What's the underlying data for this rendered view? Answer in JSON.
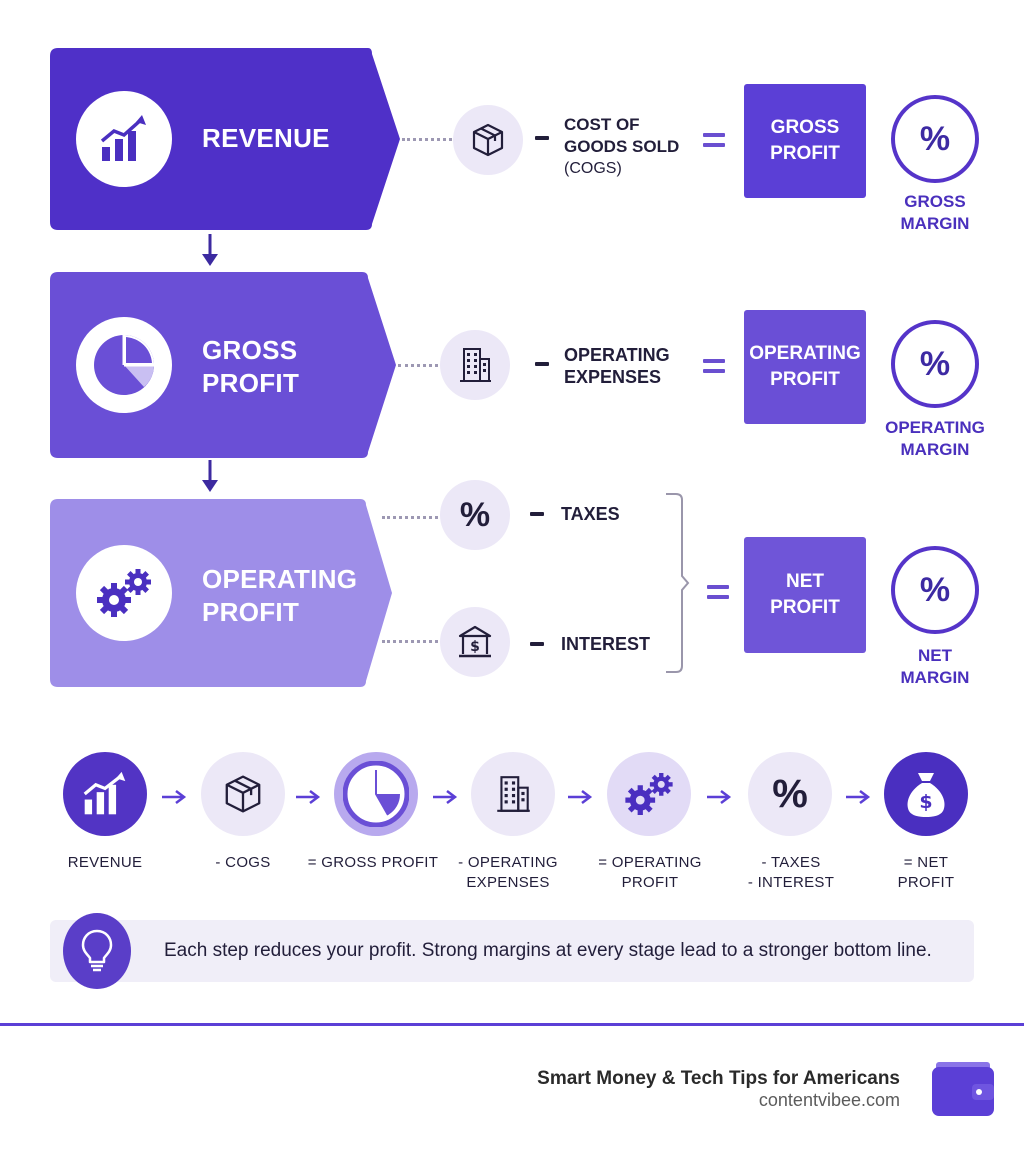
{
  "stages": [
    {
      "title_line1": "REVENUE",
      "title_line2": "",
      "icon": "bar-chart-up-icon",
      "color": "#4f30c8",
      "deduction": {
        "icon": "box-icon",
        "label_line1": "COST OF",
        "label_line2": "GOODS SOLD",
        "label_sub": "(COGS)"
      },
      "result_line1": "GROSS",
      "result_line2": "PROFIT",
      "margin_symbol": "%",
      "margin_line1": "GROSS",
      "margin_line2": "MARGIN"
    },
    {
      "title_line1": "GROSS",
      "title_line2": "PROFIT",
      "icon": "pie-chart-icon",
      "color": "#6a4fd6",
      "deduction": {
        "icon": "office-building-icon",
        "label_line1": "OPERATING",
        "label_line2": "EXPENSES",
        "label_sub": ""
      },
      "result_line1": "OPERATING",
      "result_line2": "PROFIT",
      "margin_symbol": "%",
      "margin_line1": "OPERATING",
      "margin_line2": "MARGIN"
    },
    {
      "title_line1": "OPERATING",
      "title_line2": "PROFIT",
      "icon": "gears-icon",
      "color": "#9e8ee8",
      "deductions": [
        {
          "icon": "percent-icon",
          "glyph": "%",
          "label": "TAXES"
        },
        {
          "icon": "bank-icon",
          "label": "INTEREST"
        }
      ],
      "result_line1": "NET",
      "result_line2": "PROFIT",
      "margin_symbol": "%",
      "margin_line1": "NET",
      "margin_line2": "MARGIN"
    }
  ],
  "flow": [
    {
      "icon": "bar-chart-up-icon",
      "line1": "REVENUE",
      "line2": ""
    },
    {
      "icon": "box-icon",
      "line1": "- COGS",
      "line2": ""
    },
    {
      "icon": "pie-chart-icon",
      "line1": "= GROSS PROFIT",
      "line2": ""
    },
    {
      "icon": "office-building-icon",
      "line1": "- OPERATING",
      "line2": "EXPENSES"
    },
    {
      "icon": "gears-icon",
      "line1": "= OPERATING",
      "line2": "PROFIT"
    },
    {
      "icon": "percent-icon",
      "glyph": "%",
      "line1": "- TAXES",
      "line2": "- INTEREST"
    },
    {
      "icon": "money-bag-icon",
      "line1": "= NET",
      "line2": "PROFIT"
    }
  ],
  "tip": {
    "icon": "lightbulb-icon",
    "text": "Each step reduces your profit. Strong margins at every stage lead to a stronger bottom line."
  },
  "footer": {
    "title": "Smart Money & Tech Tips for Americans",
    "site": "contentvibee.com",
    "logo_icon": "wallet-icon"
  },
  "colors": {
    "primary": "#5b3fd6",
    "stage1": "#4f30c8",
    "stage2": "#6a4fd6",
    "stage3": "#9e8ee8",
    "light": "#ece8f7"
  }
}
